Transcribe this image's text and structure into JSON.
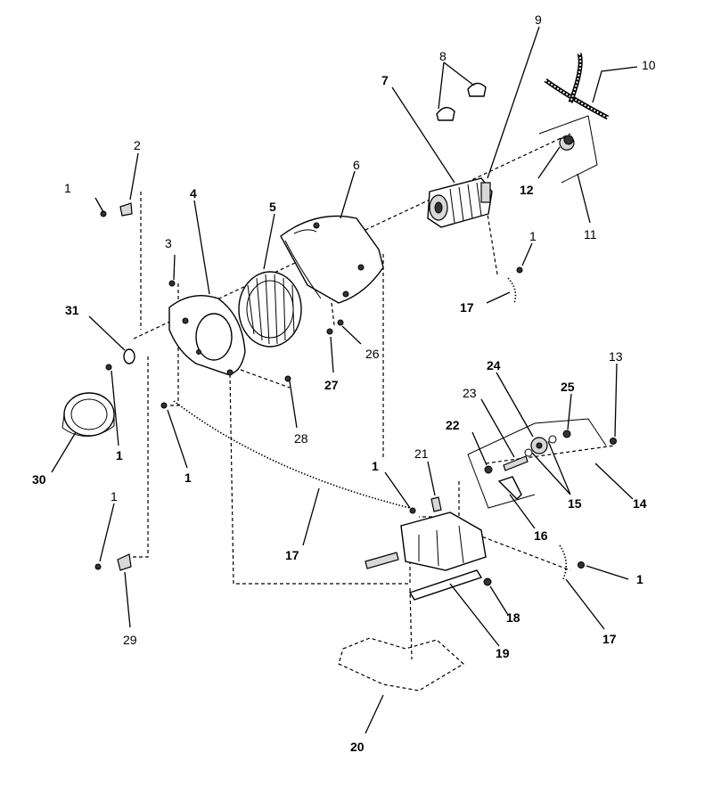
{
  "callouts": [
    {
      "id": "c1a",
      "text": "1",
      "bold": false
    },
    {
      "id": "c2",
      "text": "2",
      "bold": false
    },
    {
      "id": "c3",
      "text": "3",
      "bold": false
    },
    {
      "id": "c4",
      "text": "4",
      "bold": true
    },
    {
      "id": "c5",
      "text": "5",
      "bold": true
    },
    {
      "id": "c6",
      "text": "6",
      "bold": false
    },
    {
      "id": "c7",
      "text": "7",
      "bold": true
    },
    {
      "id": "c8",
      "text": "8",
      "bold": false
    },
    {
      "id": "c9",
      "text": "9",
      "bold": false
    },
    {
      "id": "c10",
      "text": "10",
      "bold": false
    },
    {
      "id": "c11",
      "text": "11",
      "bold": false
    },
    {
      "id": "c12",
      "text": "12",
      "bold": true
    },
    {
      "id": "c1b",
      "text": "1",
      "bold": false
    },
    {
      "id": "c17a",
      "text": "17",
      "bold": true
    },
    {
      "id": "c31",
      "text": "31",
      "bold": true
    },
    {
      "id": "c26",
      "text": "26",
      "bold": false
    },
    {
      "id": "c27",
      "text": "27",
      "bold": true
    },
    {
      "id": "c28",
      "text": "28",
      "bold": false
    },
    {
      "id": "c30",
      "text": "30",
      "bold": true
    },
    {
      "id": "c1c",
      "text": "1",
      "bold": true
    },
    {
      "id": "c1d",
      "text": "1",
      "bold": true
    },
    {
      "id": "c13",
      "text": "13",
      "bold": false
    },
    {
      "id": "c24",
      "text": "24",
      "bold": true
    },
    {
      "id": "c25",
      "text": "25",
      "bold": true
    },
    {
      "id": "c23",
      "text": "23",
      "bold": false
    },
    {
      "id": "c22",
      "text": "22",
      "bold": true
    },
    {
      "id": "c21",
      "text": "21",
      "bold": false
    },
    {
      "id": "c1e",
      "text": "1",
      "bold": true
    },
    {
      "id": "c15",
      "text": "15",
      "bold": true
    },
    {
      "id": "c14",
      "text": "14",
      "bold": true
    },
    {
      "id": "c16",
      "text": "16",
      "bold": true
    },
    {
      "id": "c17b",
      "text": "17",
      "bold": true
    },
    {
      "id": "c1f",
      "text": "1",
      "bold": false
    },
    {
      "id": "c1g",
      "text": "1",
      "bold": true
    },
    {
      "id": "c18",
      "text": "18",
      "bold": true
    },
    {
      "id": "c17c",
      "text": "17",
      "bold": true
    },
    {
      "id": "c19",
      "text": "19",
      "bold": true
    },
    {
      "id": "c29",
      "text": "29",
      "bold": false
    },
    {
      "id": "c20",
      "text": "20",
      "bold": true
    }
  ]
}
